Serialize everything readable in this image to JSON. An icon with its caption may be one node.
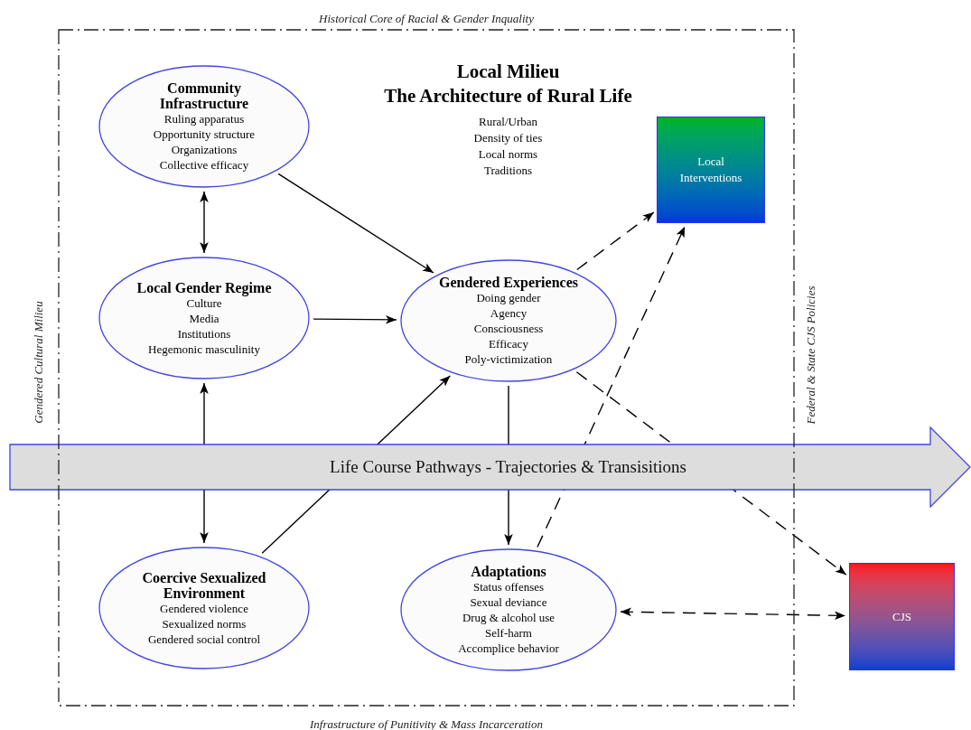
{
  "diagram": {
    "nodes": [
      {
        "text": [
          "Local Milieu",
          "The Architecture of Rural Life",
          "Rural/Urban",
          "Density of ties",
          "Local norms",
          "Traditions"
        ]
      },
      {
        "text": [
          "Community Infrastructure",
          "Ruling apparatus",
          "Opportunity structure",
          "Organizations",
          "Collective efficacy"
        ],
        "in": 0
      },
      {
        "text": [
          "Local Gender Regime",
          "Culture",
          "Media",
          "Institutions",
          "Hegemonic masculinity"
        ],
        "in": 0
      },
      {
        "text": [
          "Gendered Experiences",
          "Doing gender",
          "Agency",
          "Consciousness",
          "Efficacy",
          "Poly-victimization"
        ],
        "in": 0
      },
      {
        "text": [
          "Local Interventions"
        ],
        "in": 0
      },
      {
        "text": [
          "Coercive Sexualized Environment",
          "Gendered violence",
          "Sexualized norms",
          "Gendered social control"
        ],
        "in": 0
      },
      {
        "text": [
          "Adaptations",
          "Status offenses",
          "Sexual deviance",
          "Drug & alcohol use",
          "Self-harm",
          "Accomplice behavior"
        ],
        "in": 0
      },
      {
        "text": [
          "CJS"
        ]
      }
    ],
    "edges": [
      {
        "from": 1,
        "to": 3,
        "arrow": "to"
      },
      {
        "from": 1,
        "to": 2,
        "arrow": "both"
      },
      {
        "from": 2,
        "to": 3,
        "arrow": "to"
      },
      {
        "from": 3,
        "to": 4,
        "arrow": "to",
        "style": "dashed"
      },
      {
        "from": 6,
        "to": 4,
        "arrow": "to",
        "style": "dashed"
      },
      {
        "from": 3,
        "to": 7,
        "arrow": "to",
        "style": "dashed"
      },
      {
        "from": 2,
        "to": 5,
        "arrow": "both"
      },
      {
        "from": 5,
        "to": 3,
        "arrow": "to"
      },
      {
        "from": 3,
        "to": 6,
        "arrow": "to"
      },
      {
        "from": 6,
        "to": 7,
        "arrow": "both",
        "style": "dashed"
      }
    ],
    "labels": [
      "Historical Core of Racial & Gender Inquality",
      "Gendered Cultural Milieu",
      "Federal & State CJS Policies",
      "Life Course Pathways - Trajectories & Transisitions",
      "Infrastructure of Punitivity & Mass Incarceration"
    ]
  }
}
